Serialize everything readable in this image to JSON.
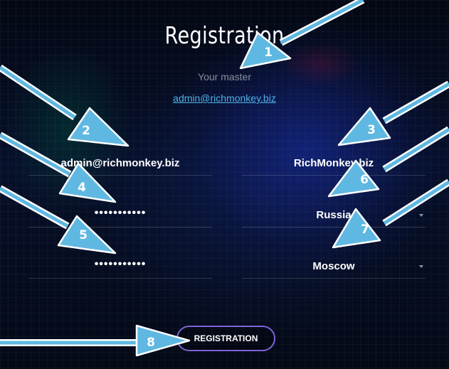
{
  "header": {
    "title": "Registration",
    "subtitle": "Your master",
    "master_email": "admin@richmonkey.biz"
  },
  "form": {
    "email": "admin@richmonkey.biz",
    "password": "•••••••••••",
    "password_confirm": "•••••••••••",
    "login": "RichMonkey.biz",
    "country": "Russia",
    "city": "Moscow",
    "submit_label": "REGISTRATION"
  },
  "annotations": [
    "1",
    "2",
    "3",
    "4",
    "5",
    "6",
    "7",
    "8"
  ],
  "colors": {
    "arrow_fill": "#5fb8e1",
    "arrow_stroke": "#ffffff",
    "link": "#4fb3ea",
    "button_border": "#7f63d9"
  }
}
